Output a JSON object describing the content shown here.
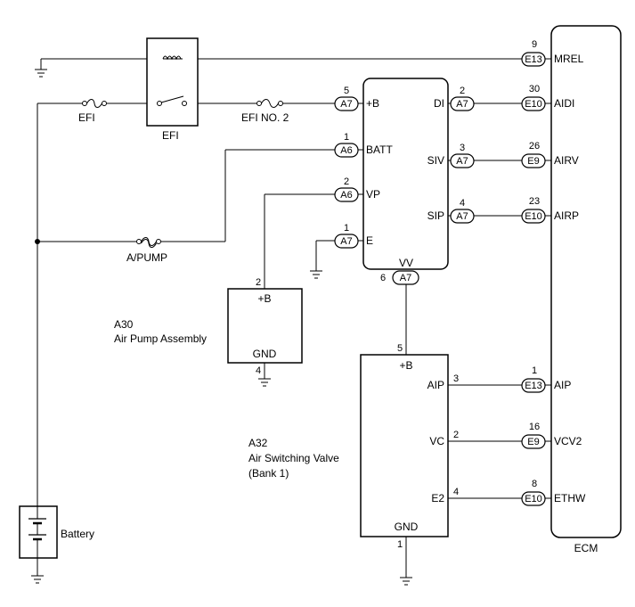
{
  "ecm": {
    "label": "ECM"
  },
  "relay": {
    "label": "EFI"
  },
  "fuses": {
    "efi": "EFI",
    "efi_no2": "EFI NO. 2",
    "apump": "A/PUMP"
  },
  "battery": {
    "label": "Battery"
  },
  "pump": {
    "code": "A30",
    "name": "Air Pump Assembly",
    "plus_b": "+B",
    "gnd": "GND"
  },
  "valve": {
    "code": "A32",
    "name": "Air Switching Valve",
    "bank": "(Bank 1)",
    "plus_b": "+B",
    "aip": "AIP",
    "vc": "VC",
    "e2": "E2",
    "gnd": "GND"
  },
  "mod": {
    "plus_b": "+B",
    "batt": "BATT",
    "vp": "VP",
    "e": "E",
    "di": "DI",
    "siv": "SIV",
    "sip": "SIP",
    "vv": "VV"
  },
  "ecm_pins": [
    {
      "conn": "E13",
      "pin": "9",
      "label": "MREL"
    },
    {
      "conn": "E10",
      "pin": "30",
      "label": "AIDI"
    },
    {
      "conn": "E9",
      "pin": "26",
      "label": "AIRV"
    },
    {
      "conn": "E10",
      "pin": "23",
      "label": "AIRP"
    },
    {
      "conn": "E13",
      "pin": "1",
      "label": "AIP"
    },
    {
      "conn": "E9",
      "pin": "16",
      "label": "VCV2"
    },
    {
      "conn": "E10",
      "pin": "8",
      "label": "ETHW"
    }
  ],
  "mod_pins": {
    "plus_b": {
      "conn": "A7",
      "pin": "5"
    },
    "batt": {
      "conn": "A6",
      "pin": "1"
    },
    "vp": {
      "conn": "A6",
      "pin": "2"
    },
    "e": {
      "conn": "A7",
      "pin": "1"
    },
    "di": {
      "conn": "A7",
      "pin": "2"
    },
    "siv": {
      "conn": "A7",
      "pin": "3"
    },
    "sip": {
      "conn": "A7",
      "pin": "4"
    },
    "vv": {
      "conn": "A7",
      "pin": "6"
    }
  },
  "pump_pins": {
    "plus_b": "2",
    "gnd": "4"
  },
  "valve_pins": {
    "plus_b": "5",
    "aip": "3",
    "vc": "2",
    "e2": "4",
    "gnd": "1"
  }
}
